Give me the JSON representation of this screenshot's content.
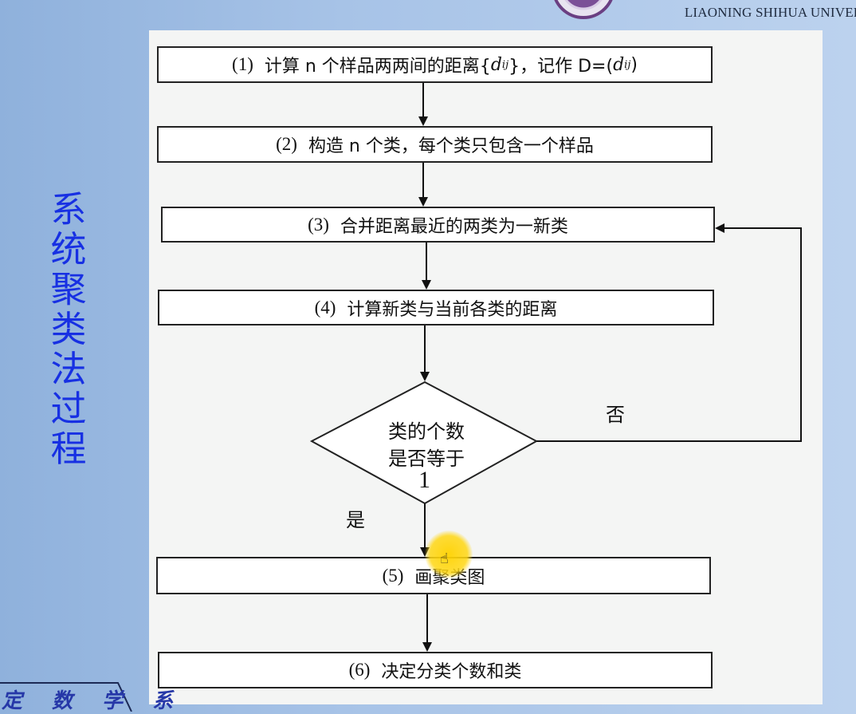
{
  "header": {
    "university": "LIAONING SHIHUA UNIVERS"
  },
  "side_title": "系统聚类法过程",
  "steps": [
    {
      "num": "(1)",
      "text_before": "计算 n 个样品两两间的距离{",
      "math1": "d",
      "sub1": "ij",
      "text_mid": "}，记作 D=(",
      "math2": "d",
      "sub2": "ij",
      "text_after": ")"
    },
    {
      "num": "(2)",
      "text": "构造 n 个类，每个类只包含一个样品"
    },
    {
      "num": "(3)",
      "text": "合并距离最近的两类为一新类"
    },
    {
      "num": "(4)",
      "text": "计算新类与当前各类的距离"
    },
    {
      "num": "(5)",
      "text": "画聚类图"
    },
    {
      "num": "(6)",
      "text": "决定分类个数和类"
    }
  ],
  "decision": {
    "line1": "类的个数",
    "line2": "是否等于",
    "value": "1",
    "no_label": "否",
    "yes_label": "是"
  },
  "footer": {
    "department": "定 数 学 系"
  },
  "colors": {
    "title": "#1730e3",
    "panel": "#f4f5f4",
    "background": "#a7c3e7",
    "cursor_highlight": "#ffd200"
  },
  "icons": [
    "university-logo-icon",
    "hand-cursor-icon"
  ]
}
